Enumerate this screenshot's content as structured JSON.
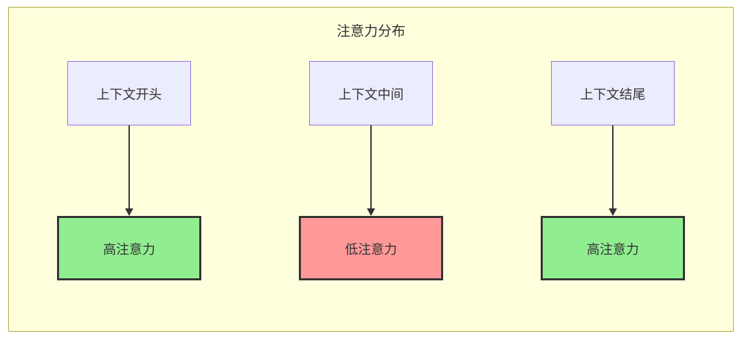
{
  "diagram": {
    "title": "注意力分布",
    "columns": [
      {
        "top": "上下文开头",
        "bottom": "高注意力",
        "bottom_type": "high"
      },
      {
        "top": "上下文中间",
        "bottom": "低注意力",
        "bottom_type": "low"
      },
      {
        "top": "上下文结尾",
        "bottom": "高注意力",
        "bottom_type": "high"
      }
    ],
    "colors": {
      "container_bg": "#ffffde",
      "container_border": "#aaaa33",
      "top_node_bg": "#ececff",
      "top_node_border": "#9370db",
      "high_bg": "#90ee90",
      "low_bg": "#ff9999",
      "node_border": "#333333",
      "arrow": "#333333",
      "text": "#333333"
    }
  }
}
